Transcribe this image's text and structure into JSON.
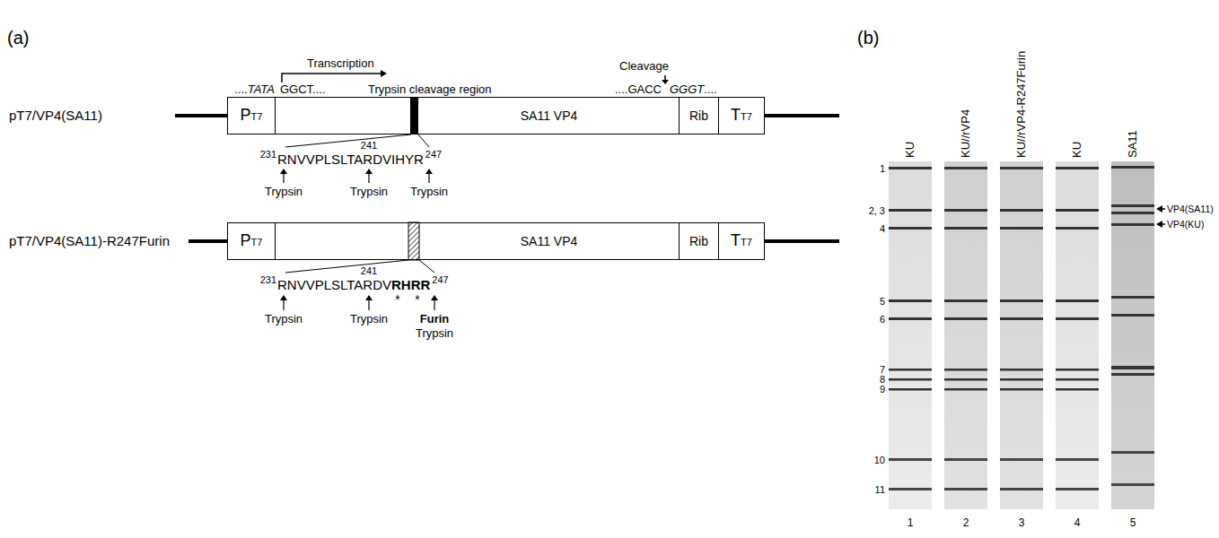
{
  "diagram": {
    "nodes": [
      {
        "text": [
          "PT7"
        ]
      },
      {
        "text": [
          "SA11 VP4"
        ]
      },
      {
        "text": [
          "Rib"
        ]
      },
      {
        "text": [
          "TT7"
        ]
      },
      {
        "text": [
          "PT7"
        ]
      },
      {
        "text": [
          "SA11 VP4"
        ]
      },
      {
        "text": [
          "Rib"
        ]
      },
      {
        "text": [
          "TT7"
        ]
      }
    ],
    "labels": [
      "(a)",
      "pT7/VP4(SA11)",
      "Transcription",
      "....",
      "TATA",
      "GGCT....",
      "Trypsin cleavage region",
      "Cleavage",
      "....GACC",
      "GGGT",
      "....",
      "231",
      "RNVVPLSLTARDVIHYR",
      "247",
      "241",
      "Trypsin",
      "Trypsin",
      "Trypsin",
      "pT7/VP4(SA11)-R247Furin",
      "231",
      "RNVVPLSLTARDV",
      "RHRR",
      "247",
      "241",
      "*",
      "*",
      "Trypsin",
      "Trypsin",
      "Furin",
      "Trypsin",
      "(b)",
      "KU",
      "KU//rVP4",
      "KU//rVP4-R247Furin",
      "KU",
      "SA11",
      "1",
      "2, 3",
      "4",
      "5",
      "6",
      "7",
      "8",
      "9",
      "10",
      "11",
      "VP4(SA11)",
      "VP4(KU)",
      "1",
      "2",
      "3",
      "4",
      "5"
    ]
  }
}
